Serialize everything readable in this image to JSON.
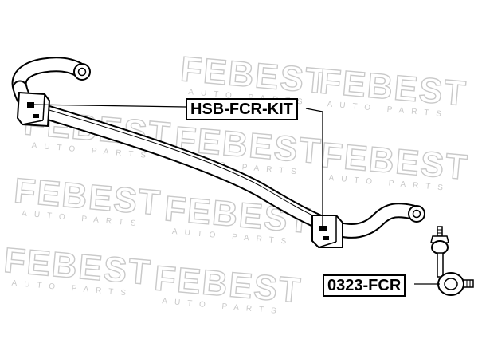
{
  "watermark": {
    "brand": "FEBEST",
    "tagline": "AUTO PARTS",
    "stroke_color": "#c9c9c9"
  },
  "parts": [
    {
      "part_number": "HSB-FCR-KIT",
      "depicts": "stabilizer bar bushing kit"
    },
    {
      "part_number": "0323-FCR",
      "depicts": "stabilizer link"
    }
  ],
  "colors": {
    "line": "#000000",
    "background": "#ffffff"
  }
}
